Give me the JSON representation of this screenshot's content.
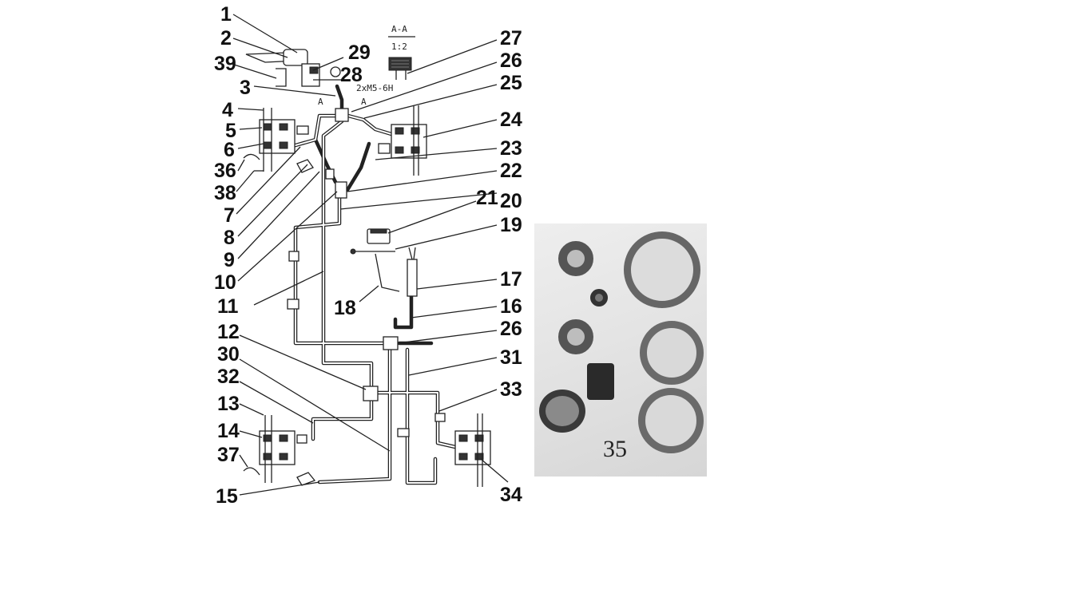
{
  "section": {
    "view_label": "A-A",
    "scale_label": "1:2",
    "thread_label": "2xM5-6H",
    "arrow_label": "A",
    "arrow_label_2": "A"
  },
  "callouts": [
    "1",
    "2",
    "39",
    "3",
    "4",
    "5",
    "6",
    "36",
    "38",
    "7",
    "8",
    "9",
    "10",
    "11",
    "12",
    "30",
    "32",
    "13",
    "14",
    "37",
    "15",
    "29",
    "28",
    "27",
    "26",
    "25",
    "24",
    "23",
    "22",
    "21",
    "20",
    "19",
    "17",
    "18",
    "16",
    "26",
    "31",
    "33",
    "34"
  ],
  "photo": {
    "part_number": "35"
  }
}
